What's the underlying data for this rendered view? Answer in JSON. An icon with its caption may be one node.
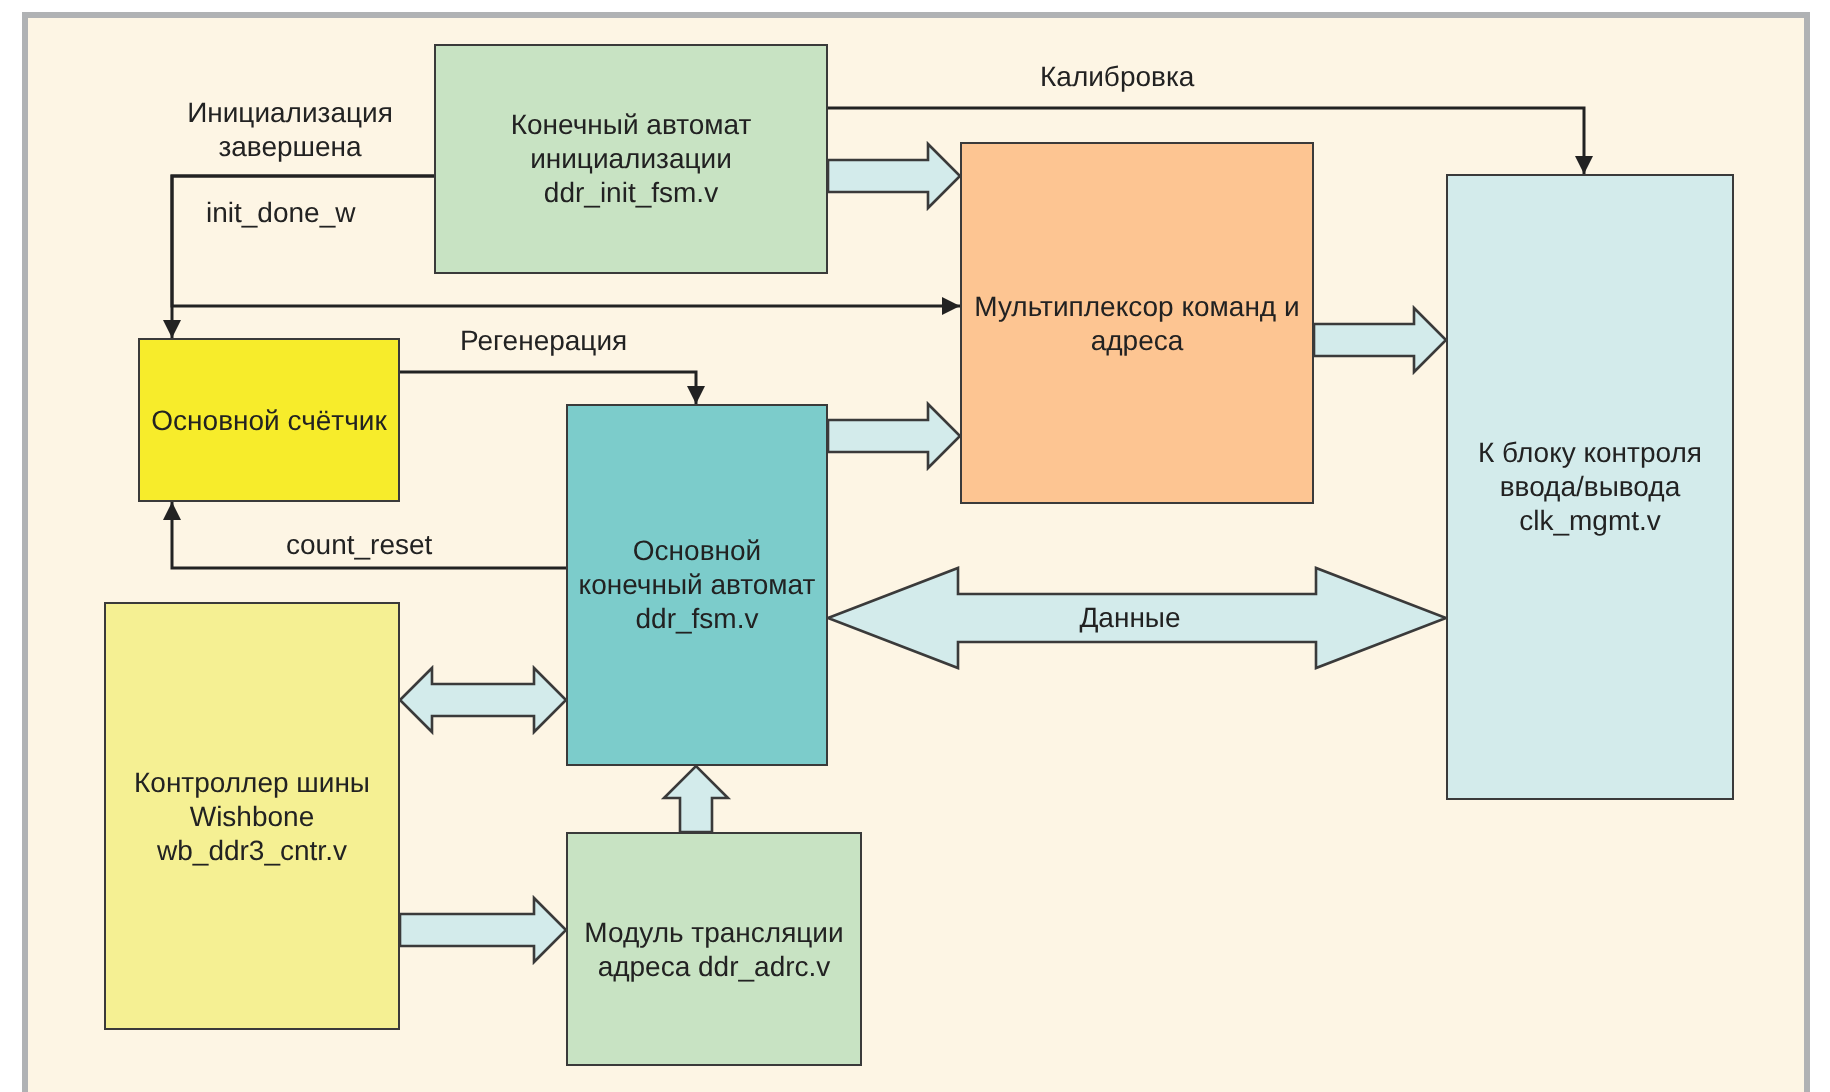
{
  "diagram": {
    "nodes": [
      {
        "text": [
          "Конечный автомат инициализации ddr_init_fsm.v"
        ]
      },
      {
        "text": [
          "Мультиплексор команд и адреса"
        ]
      },
      {
        "text": [
          "К блоку контроля ввода/вывода clk_mgmt.v"
        ]
      },
      {
        "text": [
          "Основной счётчик"
        ]
      },
      {
        "text": [
          "Основной конечный автомат ddr_fsm.v"
        ]
      },
      {
        "text": [
          "Контроллер шины Wishbone wb_ddr3_cntr.v"
        ]
      },
      {
        "text": [
          "Модуль трансляции адреса ddr_adrc.v"
        ]
      }
    ],
    "edges": [
      {
        "from": 0,
        "to": 2,
        "arrow": "to",
        "label": "Калибровка"
      },
      {
        "from": 0,
        "to": 1,
        "arrow": "to",
        "style": "thick",
        "color": "#d3ebeb"
      },
      {
        "from": 0,
        "to": 3,
        "arrow": "to",
        "label": "Инициализация завершена"
      },
      {
        "from": 0,
        "to": 1,
        "arrow": "to"
      },
      {
        "from": 3,
        "to": 4,
        "arrow": "to",
        "label": "Регенерация"
      },
      {
        "from": 4,
        "to": 3,
        "arrow": "to",
        "label": "count_reset"
      },
      {
        "from": 4,
        "to": 1,
        "arrow": "to",
        "style": "thick",
        "color": "#d3ebeb"
      },
      {
        "from": 1,
        "to": 2,
        "arrow": "to",
        "style": "thick",
        "color": "#d3ebeb"
      },
      {
        "from": 4,
        "to": 2,
        "arrow": "both",
        "label": "Данные",
        "style": "thick",
        "color": "#d3ebeb"
      },
      {
        "from": 5,
        "to": 4,
        "arrow": "both",
        "style": "thick",
        "color": "#d3ebeb"
      },
      {
        "from": 5,
        "to": 6,
        "arrow": "to",
        "style": "thick",
        "color": "#d3ebeb"
      },
      {
        "from": 6,
        "to": 4,
        "arrow": "to",
        "style": "thick",
        "color": "#d3ebeb"
      }
    ],
    "labels": [
      "init_done_w"
    ]
  }
}
